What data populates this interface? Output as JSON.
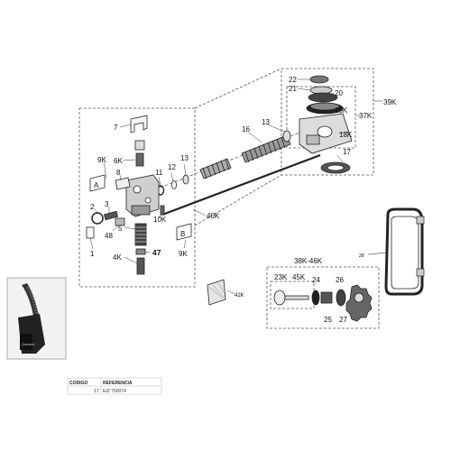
{
  "labels": {
    "p7": "7",
    "p6k": "6K",
    "p9k_a": "9K",
    "p8": "8",
    "pa": "A",
    "p2": "2",
    "p3": "3",
    "p48": "48",
    "p1": "1",
    "p5": "5",
    "p11": "11",
    "p12": "12",
    "p13a": "13",
    "p10k": "10K",
    "pb": "B",
    "p47": "47",
    "p4k": "4K",
    "p9k_b": "9K",
    "p40k": "40K",
    "p16": "16",
    "p13b": "13",
    "p22": "22",
    "p21": "21",
    "p20": "20",
    "p19k": "19K",
    "p37k": "37K",
    "p39k": "39K",
    "p18k": "18K",
    "p17": "17",
    "p28": "28",
    "p38k46k": "38K-46K",
    "p23k": "23K",
    "p45k": "45K",
    "p24": "24",
    "p26": "26",
    "p25": "25",
    "p27": "27",
    "p42k": "42K"
  },
  "photo": {
    "brand": "Quantum"
  },
  "table": {
    "header_codigo": "CODIGO",
    "header_referencia": "REFERENCIA",
    "codigo": "17",
    "referencia": "EIZ 750074"
  }
}
